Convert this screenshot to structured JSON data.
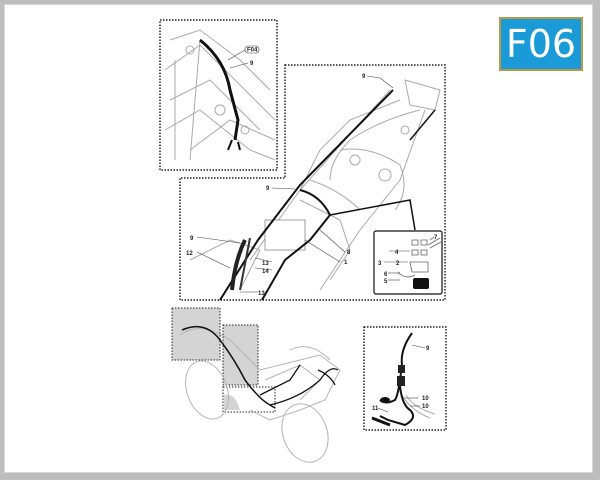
{
  "badge": {
    "code": "F06",
    "bg_color": "#1a9ad6",
    "border_color": "#b89a4a"
  },
  "panels": {
    "front_frame": {
      "callouts": [
        "F04",
        "9"
      ]
    },
    "rear_frame": {
      "callouts": [
        "9"
      ]
    },
    "battery_area": {
      "callouts": [
        "9",
        "8",
        "1",
        "9",
        "12",
        "13",
        "14",
        "13"
      ]
    },
    "battery_detail": {
      "callouts": [
        "7",
        "4",
        "3",
        "2",
        "6",
        "5"
      ]
    },
    "harness_detail": {
      "callouts": [
        "9",
        "10",
        "11",
        "10"
      ]
    },
    "overview": {
      "description": "motorcycle overview with shaded zones"
    }
  },
  "labels": {
    "f04": "F04",
    "n9a": "9",
    "n9b": "9",
    "n9c": "9",
    "n9d": "9",
    "n9e": "9",
    "n8": "8",
    "n1": "1",
    "n12": "12",
    "n13a": "13",
    "n14": "14",
    "n13b": "13",
    "n7": "7",
    "n4": "4",
    "n3": "3",
    "n2": "2",
    "n6": "6",
    "n5": "5",
    "n10a": "10",
    "n10b": "10",
    "n11": "11"
  }
}
